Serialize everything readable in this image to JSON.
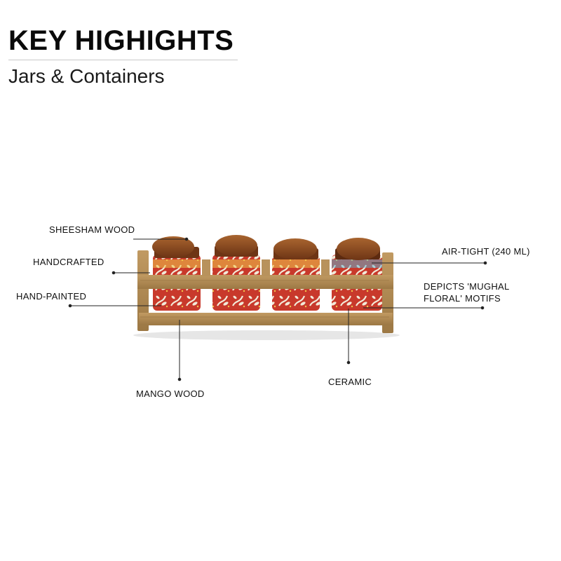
{
  "header": {
    "title": "KEY HIGHIGHTS",
    "subtitle": "Jars & Containers"
  },
  "callouts": {
    "sheesham_wood": "SHEESHAM WOOD",
    "handcrafted": "HANDCRAFTED",
    "hand_painted": "HAND-PAINTED",
    "mango_wood": "MANGO WOOD",
    "air_tight": "AIR-TIGHT (240 ML)",
    "mughal_line1": "DEPICTS 'MUGHAL",
    "mughal_line2": "FLORAL' MOTIFS",
    "ceramic": "CERAMIC"
  },
  "colors": {
    "lid_wood": "#8a4a22",
    "rack_wood": "#b08a55",
    "jar_red": "#c8392b",
    "jar_cream": "#f2ead8"
  }
}
